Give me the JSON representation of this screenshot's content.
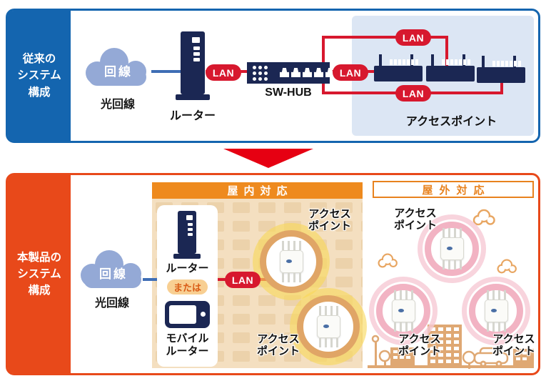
{
  "colors": {
    "panel_blue": "#1465af",
    "panel_orange": "#e8491a",
    "device_navy": "#1b2753",
    "lan_red": "#d7182e",
    "arrow_red": "#e60012",
    "cloud_blue": "#94a9d6",
    "link_blue": "#3f6eb5",
    "ap_zone_blue": "#dce6f4",
    "indoor_band_orange": "#ee8a1e",
    "outdoor_orange": "#e8821e",
    "indoor_tan": "#f4dfc0",
    "ring_gold": "#e0a566",
    "ring_pink": "#f2b3c3",
    "skyline_tan": "#dfa873"
  },
  "top_panel": {
    "sidebar_label": "従来の\nシステム\n構成",
    "cloud_label": "回線",
    "cloud_caption": "光回線",
    "router_label": "ルーター",
    "hub_label": "SW-HUB",
    "lan_label": "LAN",
    "ap_zone_label": "アクセスポイント"
  },
  "bottom_panel": {
    "sidebar_label": "本製品の\nシステム\n構成",
    "cloud_label": "回線",
    "cloud_caption": "光回線",
    "router_label": "ルーター",
    "or_label": "または",
    "mobile_router_label": "モバイル\nルーター",
    "lan_label": "LAN",
    "indoor_title": "屋内対応",
    "outdoor_title": "屋外対応",
    "ap_label": "アクセス\nポイント"
  }
}
